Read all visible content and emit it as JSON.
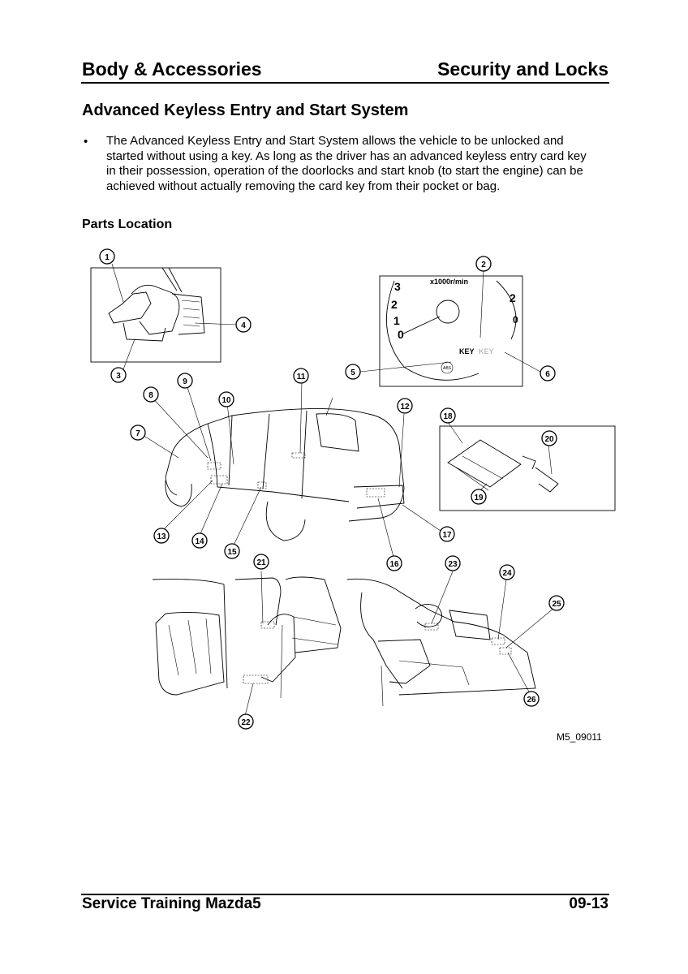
{
  "header": {
    "left": "Body & Accessories",
    "right": "Security and Locks"
  },
  "section_title": "Advanced Keyless Entry and Start System",
  "bullet_symbol": "•",
  "paragraph": "The Advanced Keyless Entry and Start System allows the vehicle to be unlocked and started without using a key. As long as the driver has an advanced keyless entry card key in their possession, operation of the doorlocks and start knob (to start the engine) can be achieved without actually removing the card key from their pocket or bag.",
  "subsection_title": "Parts Location",
  "gauge": {
    "unit": "x1000r/min",
    "tach_numbers": [
      "3",
      "2",
      "1",
      "0"
    ],
    "right_numbers": [
      "2",
      "0"
    ],
    "key_label": "KEY",
    "key_label_ghost": "KEY",
    "abs_label": "ABS"
  },
  "callouts": [
    "1",
    "2",
    "3",
    "4",
    "5",
    "6",
    "7",
    "8",
    "9",
    "10",
    "11",
    "12",
    "13",
    "14",
    "15",
    "16",
    "17",
    "18",
    "19",
    "20",
    "21",
    "22",
    "23",
    "24",
    "25",
    "26"
  ],
  "figure_code": "M5_09011",
  "footer": {
    "left": "Service Training Mazda5",
    "right": "09-13"
  }
}
